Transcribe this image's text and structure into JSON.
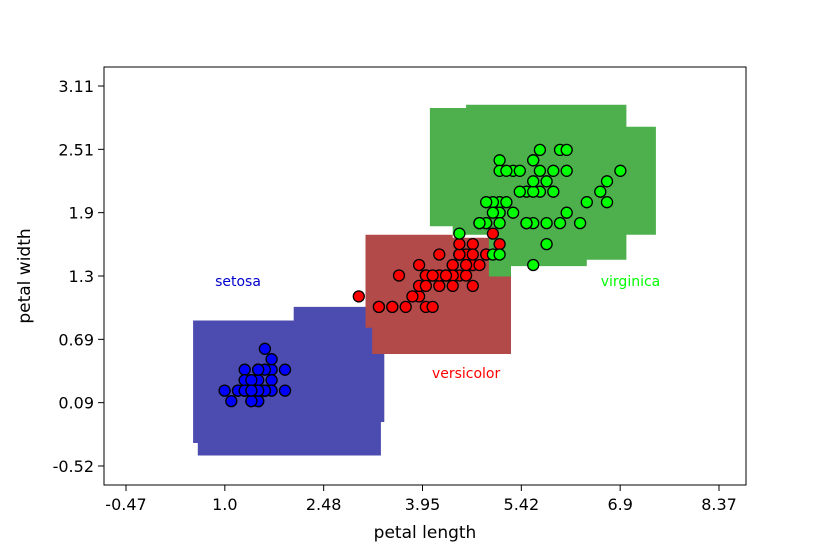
{
  "chart_data": {
    "type": "scatter",
    "title": "",
    "xlabel": "petal length",
    "ylabel": "petal width",
    "xlim": [
      -0.47,
      8.37
    ],
    "ylim": [
      -0.52,
      3.11
    ],
    "xticks": [
      "-0.47",
      "1.0",
      "2.48",
      "3.95",
      "5.42",
      "6.9",
      "8.37"
    ],
    "yticks": [
      "-0.52",
      "0.09",
      "0.69",
      "1.3",
      "1.9",
      "2.51",
      "3.11"
    ],
    "grid": false,
    "legend": "none",
    "regions": [
      {
        "name": "setosa",
        "color": "#4b4bb0",
        "polys": [
          [
            [
              0.53,
              0.87
            ],
            [
              2.03,
              0.87
            ],
            [
              2.03,
              1.0
            ],
            [
              3.33,
              1.0
            ],
            [
              3.33,
              0.77
            ],
            [
              3.38,
              0.77
            ],
            [
              3.38,
              -0.1
            ],
            [
              3.33,
              -0.1
            ],
            [
              3.33,
              -0.42
            ],
            [
              0.6,
              -0.42
            ],
            [
              0.6,
              -0.3
            ],
            [
              0.53,
              -0.3
            ]
          ]
        ]
      },
      {
        "name": "versicolor",
        "color": "#b24a4a",
        "polys": [
          [
            [
              3.1,
              1.69
            ],
            [
              4.4,
              1.69
            ],
            [
              4.4,
              1.66
            ],
            [
              5.27,
              1.66
            ],
            [
              5.27,
              0.55
            ],
            [
              3.2,
              0.55
            ],
            [
              3.2,
              0.8
            ],
            [
              3.1,
              0.8
            ]
          ]
        ]
      },
      {
        "name": "virginica",
        "color": "#4db04d",
        "polys": [
          [
            [
              4.06,
              2.9
            ],
            [
              4.6,
              2.9
            ],
            [
              4.6,
              2.93
            ],
            [
              6.99,
              2.93
            ],
            [
              6.99,
              2.72
            ],
            [
              7.43,
              2.72
            ],
            [
              7.43,
              1.69
            ],
            [
              6.99,
              1.69
            ],
            [
              6.99,
              1.45
            ],
            [
              6.4,
              1.45
            ],
            [
              6.4,
              1.39
            ],
            [
              5.27,
              1.39
            ],
            [
              5.27,
              1.29
            ],
            [
              4.94,
              1.29
            ],
            [
              4.94,
              1.69
            ],
            [
              4.4,
              1.69
            ],
            [
              4.4,
              1.77
            ],
            [
              4.06,
              1.77
            ]
          ]
        ]
      }
    ],
    "annotations": [
      {
        "text": "setosa",
        "x": 1.2,
        "y": 1.2,
        "color": "#0000cc"
      },
      {
        "text": "versicolor",
        "x": 4.6,
        "y": 0.32,
        "color": "#ff0000"
      },
      {
        "text": "virginica",
        "x": 7.05,
        "y": 1.2,
        "color": "#00ff00"
      }
    ],
    "series": [
      {
        "name": "setosa",
        "color": "#0000ff",
        "points": [
          [
            1.4,
            0.2
          ],
          [
            1.4,
            0.2
          ],
          [
            1.3,
            0.2
          ],
          [
            1.5,
            0.2
          ],
          [
            1.4,
            0.2
          ],
          [
            1.7,
            0.4
          ],
          [
            1.4,
            0.3
          ],
          [
            1.5,
            0.2
          ],
          [
            1.4,
            0.2
          ],
          [
            1.5,
            0.1
          ],
          [
            1.5,
            0.2
          ],
          [
            1.6,
            0.2
          ],
          [
            1.4,
            0.1
          ],
          [
            1.1,
            0.1
          ],
          [
            1.2,
            0.2
          ],
          [
            1.5,
            0.4
          ],
          [
            1.3,
            0.4
          ],
          [
            1.4,
            0.3
          ],
          [
            1.7,
            0.3
          ],
          [
            1.5,
            0.3
          ],
          [
            1.7,
            0.2
          ],
          [
            1.5,
            0.4
          ],
          [
            1.0,
            0.2
          ],
          [
            1.7,
            0.5
          ],
          [
            1.9,
            0.2
          ],
          [
            1.6,
            0.2
          ],
          [
            1.6,
            0.4
          ],
          [
            1.5,
            0.2
          ],
          [
            1.4,
            0.2
          ],
          [
            1.6,
            0.2
          ],
          [
            1.6,
            0.2
          ],
          [
            1.5,
            0.4
          ],
          [
            1.5,
            0.1
          ],
          [
            1.4,
            0.2
          ],
          [
            1.5,
            0.2
          ],
          [
            1.2,
            0.2
          ],
          [
            1.3,
            0.2
          ],
          [
            1.4,
            0.1
          ],
          [
            1.3,
            0.2
          ],
          [
            1.5,
            0.2
          ],
          [
            1.3,
            0.3
          ],
          [
            1.3,
            0.3
          ],
          [
            1.3,
            0.2
          ],
          [
            1.6,
            0.6
          ],
          [
            1.9,
            0.4
          ],
          [
            1.4,
            0.3
          ],
          [
            1.6,
            0.2
          ],
          [
            1.4,
            0.2
          ],
          [
            1.5,
            0.2
          ],
          [
            1.4,
            0.2
          ]
        ]
      },
      {
        "name": "versicolor",
        "color": "#ff0000",
        "points": [
          [
            4.7,
            1.4
          ],
          [
            4.5,
            1.5
          ],
          [
            4.9,
            1.5
          ],
          [
            4.0,
            1.3
          ],
          [
            4.6,
            1.5
          ],
          [
            4.5,
            1.3
          ],
          [
            4.7,
            1.6
          ],
          [
            3.3,
            1.0
          ],
          [
            4.6,
            1.3
          ],
          [
            3.9,
            1.4
          ],
          [
            3.5,
            1.0
          ],
          [
            4.2,
            1.5
          ],
          [
            4.0,
            1.0
          ],
          [
            4.7,
            1.4
          ],
          [
            3.6,
            1.3
          ],
          [
            4.4,
            1.4
          ],
          [
            4.5,
            1.5
          ],
          [
            4.1,
            1.0
          ],
          [
            4.5,
            1.5
          ],
          [
            3.9,
            1.1
          ],
          [
            4.8,
            1.8
          ],
          [
            4.0,
            1.3
          ],
          [
            4.9,
            1.5
          ],
          [
            4.7,
            1.2
          ],
          [
            4.3,
            1.3
          ],
          [
            4.4,
            1.4
          ],
          [
            4.8,
            1.4
          ],
          [
            5.0,
            1.7
          ],
          [
            4.5,
            1.5
          ],
          [
            3.5,
            1.0
          ],
          [
            3.8,
            1.1
          ],
          [
            3.7,
            1.0
          ],
          [
            3.9,
            1.2
          ],
          [
            5.1,
            1.6
          ],
          [
            4.5,
            1.5
          ],
          [
            4.5,
            1.6
          ],
          [
            4.7,
            1.5
          ],
          [
            4.4,
            1.3
          ],
          [
            4.1,
            1.3
          ],
          [
            4.0,
            1.3
          ],
          [
            4.4,
            1.2
          ],
          [
            4.6,
            1.4
          ],
          [
            4.0,
            1.2
          ],
          [
            3.3,
            1.0
          ],
          [
            4.2,
            1.3
          ],
          [
            4.2,
            1.2
          ],
          [
            4.2,
            1.3
          ],
          [
            4.3,
            1.3
          ],
          [
            3.0,
            1.1
          ],
          [
            4.1,
            1.3
          ]
        ]
      },
      {
        "name": "virginica",
        "color": "#00ff00",
        "points": [
          [
            6.0,
            2.5
          ],
          [
            5.1,
            1.9
          ],
          [
            5.9,
            2.1
          ],
          [
            5.6,
            1.8
          ],
          [
            5.8,
            2.2
          ],
          [
            6.6,
            2.1
          ],
          [
            4.5,
            1.7
          ],
          [
            6.3,
            1.8
          ],
          [
            5.8,
            1.8
          ],
          [
            6.1,
            2.5
          ],
          [
            5.1,
            2.0
          ],
          [
            5.3,
            1.9
          ],
          [
            5.5,
            2.1
          ],
          [
            5.0,
            2.0
          ],
          [
            5.1,
            2.4
          ],
          [
            5.3,
            2.3
          ],
          [
            5.5,
            1.8
          ],
          [
            6.7,
            2.2
          ],
          [
            6.9,
            2.3
          ],
          [
            5.0,
            1.5
          ],
          [
            5.7,
            2.3
          ],
          [
            4.9,
            2.0
          ],
          [
            6.7,
            2.0
          ],
          [
            4.9,
            1.8
          ],
          [
            5.7,
            2.1
          ],
          [
            6.0,
            1.8
          ],
          [
            4.8,
            1.8
          ],
          [
            4.9,
            1.8
          ],
          [
            5.6,
            2.1
          ],
          [
            5.8,
            1.6
          ],
          [
            6.1,
            1.9
          ],
          [
            6.4,
            2.0
          ],
          [
            5.6,
            2.2
          ],
          [
            5.1,
            1.5
          ],
          [
            5.6,
            1.4
          ],
          [
            6.1,
            2.3
          ],
          [
            5.6,
            2.4
          ],
          [
            5.5,
            1.8
          ],
          [
            4.8,
            1.8
          ],
          [
            5.4,
            2.1
          ],
          [
            5.6,
            2.4
          ],
          [
            5.1,
            2.3
          ],
          [
            5.1,
            1.9
          ],
          [
            5.9,
            2.3
          ],
          [
            5.7,
            2.5
          ],
          [
            5.2,
            2.3
          ],
          [
            5.0,
            1.9
          ],
          [
            5.2,
            2.0
          ],
          [
            5.4,
            2.3
          ],
          [
            5.1,
            1.8
          ]
        ]
      }
    ]
  }
}
